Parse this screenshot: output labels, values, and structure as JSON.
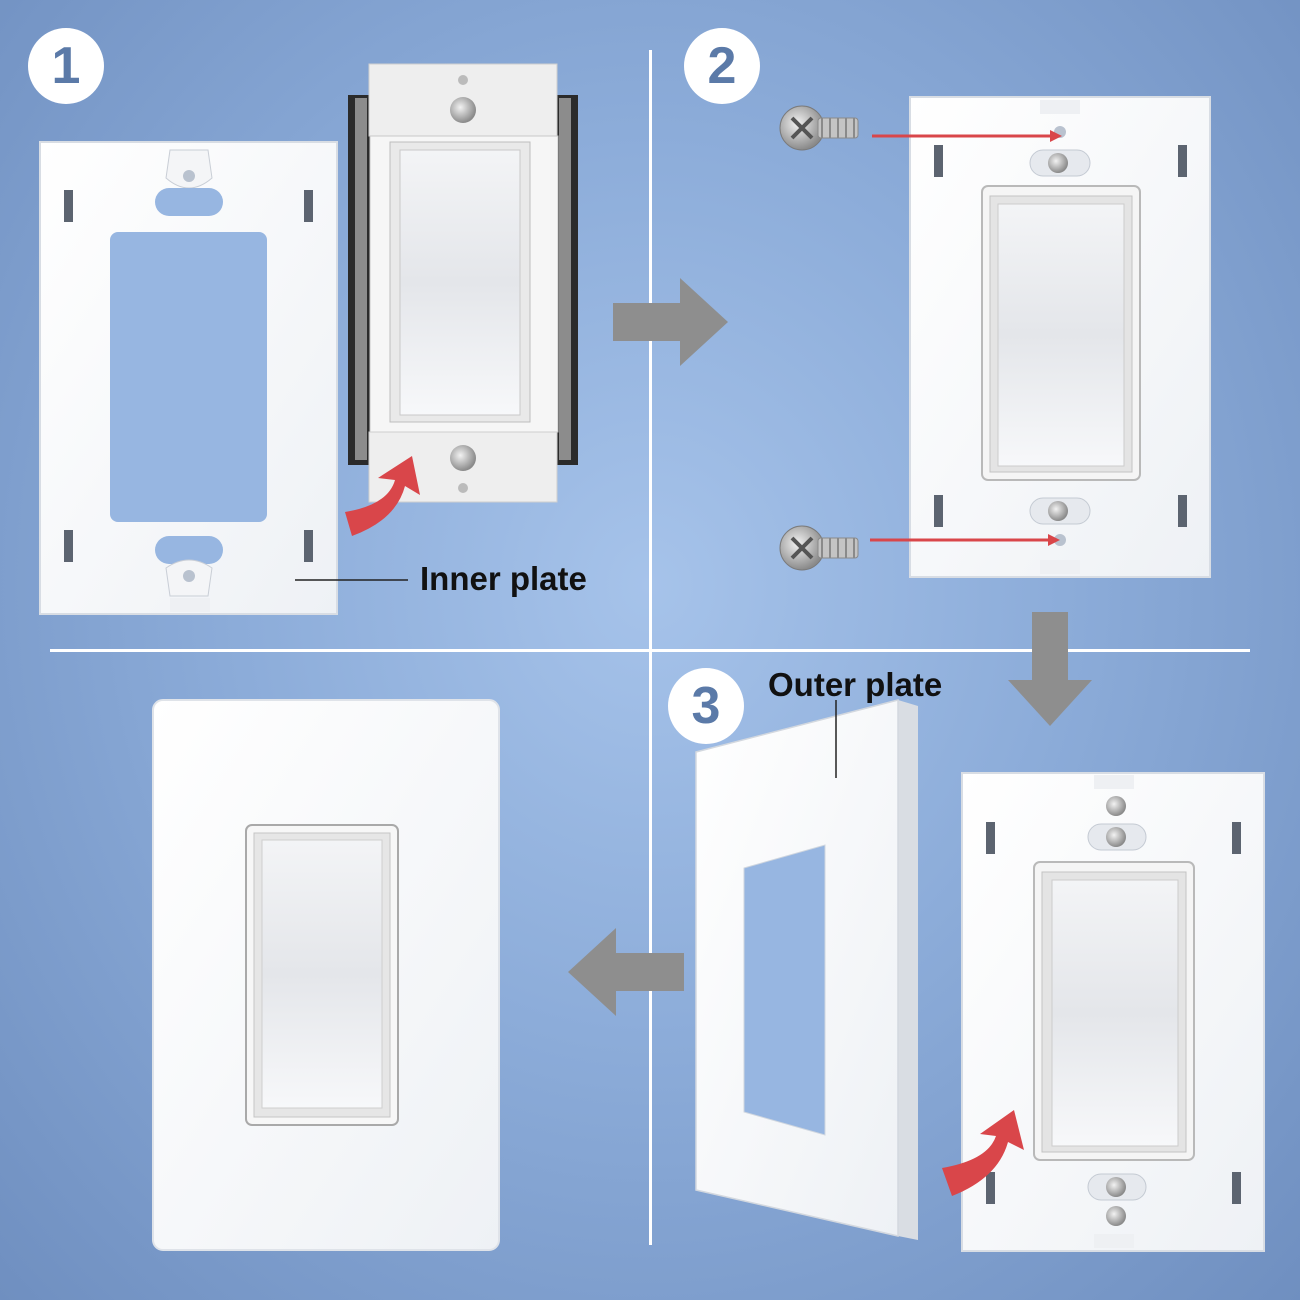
{
  "steps": [
    {
      "number": "1"
    },
    {
      "number": "2"
    },
    {
      "number": "3"
    }
  ],
  "labels": {
    "inner_plate": "Inner plate",
    "outer_plate": "Outer plate"
  },
  "colors": {
    "background": "#8cacd9",
    "accent_red": "#d9464a",
    "arrow_gray": "#8e8e8e",
    "badge_text": "#5b7aa8",
    "plate_white": "#ffffff"
  },
  "icons": [
    "screw-icon",
    "curved-arrow-icon",
    "flow-arrow-icon"
  ]
}
